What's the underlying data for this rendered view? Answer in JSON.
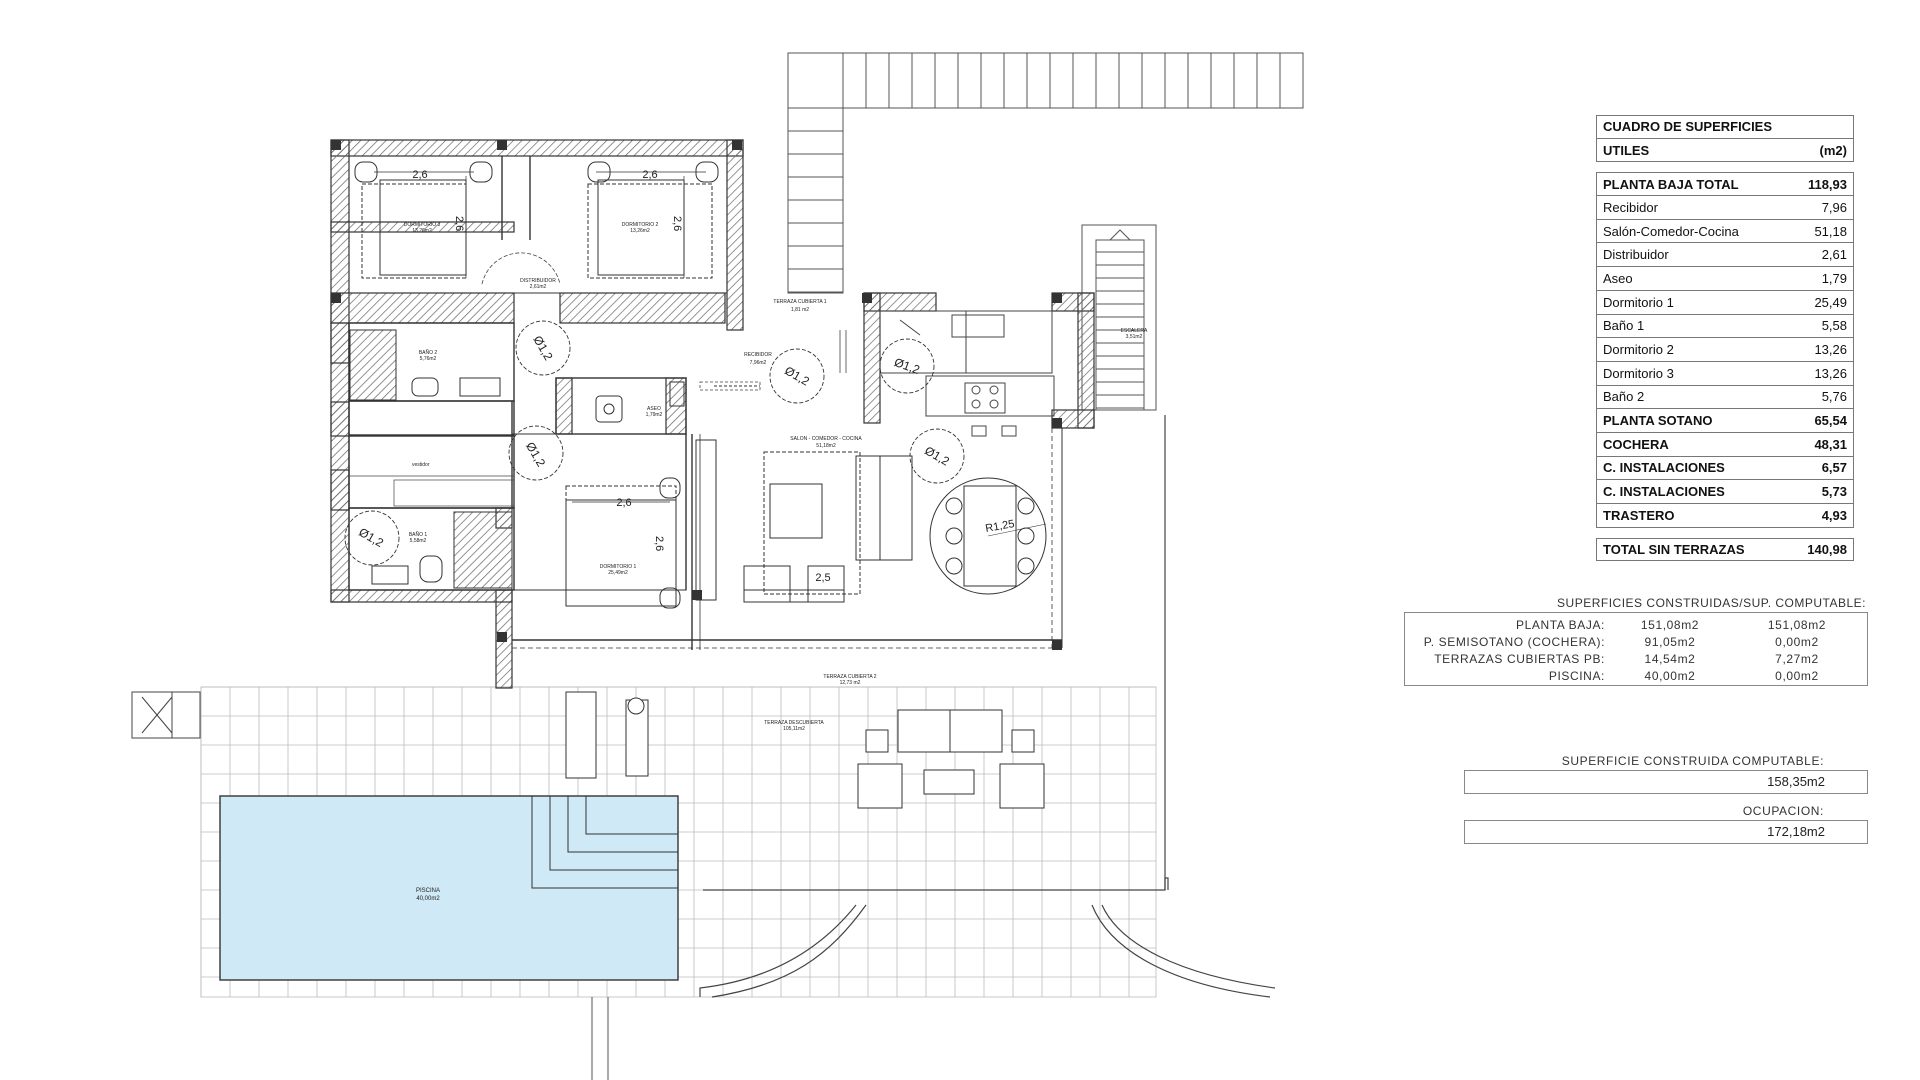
{
  "table": {
    "title": "CUADRO DE SUPERFICIES",
    "utiles_label": "UTILES",
    "unit": "(m2)",
    "rows": [
      {
        "label": "PLANTA BAJA TOTAL",
        "value": "118,93",
        "bold": true
      },
      {
        "label": "Recibidor",
        "value": "7,96"
      },
      {
        "label": "Salón-Comedor-Cocina",
        "value": "51,18"
      },
      {
        "label": "Distribuidor",
        "value": "2,61"
      },
      {
        "label": "Aseo",
        "value": "1,79"
      },
      {
        "label": "Dormitorio 1",
        "value": "25,49"
      },
      {
        "label": "Baño 1",
        "value": "5,58"
      },
      {
        "label": "Dormitorio 2",
        "value": "13,26"
      },
      {
        "label": "Dormitorio 3",
        "value": "13,26"
      },
      {
        "label": "Baño 2",
        "value": "5,76"
      },
      {
        "label": "PLANTA SOTANO",
        "value": "65,54",
        "bold": true
      },
      {
        "label": "COCHERA",
        "value": "48,31",
        "bold": true
      },
      {
        "label": "C. INSTALACIONES",
        "value": "6,57",
        "bold": true
      },
      {
        "label": "C. INSTALACIONES",
        "value": "5,73",
        "bold": true
      },
      {
        "label": "TRASTERO",
        "value": "4,93",
        "bold": true
      }
    ],
    "total_label": "TOTAL SIN TERRAZAS",
    "total_value": "140,98"
  },
  "built": {
    "title": "SUPERFICIES CONSTRUIDAS/SUP. COMPUTABLE:",
    "rows": [
      {
        "label": "PLANTA BAJA:",
        "built": "151,08m2",
        "computable": "151,08m2"
      },
      {
        "label": "P. SEMISOTANO (COCHERA):",
        "built": "91,05m2",
        "computable": "0,00m2"
      },
      {
        "label": "TERRAZAS CUBIERTAS PB:",
        "built": "14,54m2",
        "computable": "7,27m2"
      },
      {
        "label": "PISCINA:",
        "built": "40,00m2",
        "computable": "0,00m2"
      }
    ]
  },
  "computable": {
    "label": "SUPERFICIE CONSTRUIDA COMPUTABLE:",
    "value": "158,35m2",
    "ocupacion_label": "OCUPACION:",
    "ocupacion_value": "172,18m2"
  },
  "plan": {
    "dim_bed3": "2,6",
    "dim_bed3_v": "2,6",
    "dim_bed2": "2,6",
    "dim_bed2_v": "2,6",
    "dim_bed1": "2,6",
    "dim_bed1_v": "2,6",
    "dim_table": "R1,25",
    "dim_sofa": "2,5",
    "turn_circle": "Ø1,2",
    "rooms": {
      "dormitorio3": "DORMITORIO 3",
      "dormitorio3_area": "13,26m2",
      "dormitorio2": "DORMITORIO 2",
      "dormitorio2_area": "13,26m2",
      "distribuidor": "DISTRIBUIDOR",
      "distribuidor_area": "2,61m2",
      "terraza1": "TERRAZA CUBIERTA 1",
      "terraza1_area": "1,81 m2",
      "recibidor": "RECIBIDOR",
      "recibidor_area": "7,96m2",
      "bano2": "BAÑO 2",
      "bano2_area": "5,76m2",
      "aseo": "ASEO",
      "aseo_area": "1,79m2",
      "salon": "SALON - COMEDOR - COCINA",
      "salon_area": "51,18m2",
      "vestidor": "vestidor",
      "bano1": "BAÑO 1",
      "bano1_area": "5,58m2",
      "dormitorio1": "DORMITORIO 1",
      "dormitorio1_area": "25,49m2",
      "terraza2": "TERRAZA CUBIERTA 2",
      "terraza2_area": "12,73 m2",
      "terraza_desc": "TERRAZA DESCUBIERTA",
      "terraza_desc_area": "105,11m2",
      "piscina": "PISCINA",
      "piscina_area": "40,00m2",
      "escalera": "ESCALERA",
      "escalera_area": "3,51m2"
    }
  }
}
